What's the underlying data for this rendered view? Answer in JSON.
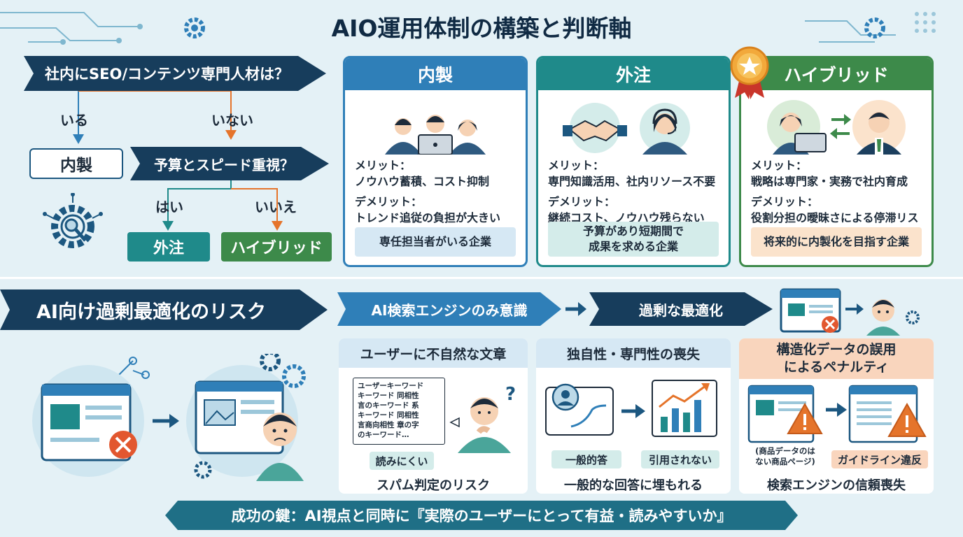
{
  "title": "AIO運用体制の構築と判断軸",
  "flow": {
    "q1": "社内にSEO/コンテンツ専門人材は？",
    "yes1": "いる",
    "no1": "いない",
    "result_inhouse": "内製",
    "q2": "予算とスピード重視？",
    "yes2": "はい",
    "no2": "いいえ",
    "result_outsource": "外注",
    "result_hybrid": "ハイブリッド"
  },
  "cards": [
    {
      "title": "内製",
      "merit_label": "メリット：",
      "merit": "ノウハウ蓄積、コスト抑制",
      "demerit_label": "デメリット：",
      "demerit": "トレンド追従の負担が大きい",
      "fit": "専任担当者がいる企業",
      "color": "#2f7fb8",
      "foot_bg": "#d6e8f4"
    },
    {
      "title": "外注",
      "merit_label": "メリット：",
      "merit": "専門知識活用、社内リソース不要",
      "demerit_label": "デメリット：",
      "demerit": "継続コスト、ノウハウ残らない",
      "fit": "予算があり短期間で\n成果を求める企業",
      "color": "#1f8a8a",
      "foot_bg": "#d4ecea"
    },
    {
      "title": "ハイブリッド",
      "merit_label": "メリット：",
      "merit": "戦略は専門家・実務で社内育成",
      "demerit_label": "デメリット：",
      "demerit": "役割分担の曖昧さによる停滞リスク",
      "fit": "将来的に内製化を目指す企業",
      "color": "#3d8a4a",
      "foot_bg": "#fbe3cc"
    }
  ],
  "risk": {
    "title": "AI向け過剰最適化のリスク",
    "step1": "AI検索エンジンのみ意識",
    "step2": "過剰な最適化",
    "panels": [
      {
        "title": "ユーザーに不自然な文章",
        "tag": "読みにくい",
        "caption": "スパム判定のリスク",
        "text_lines": [
          "ユーザーキーワード",
          "キーワード 同相性",
          "言のキーワード 系",
          "キーワード 同相性",
          "言商向相性 章の字",
          "のキーワード…"
        ]
      },
      {
        "title": "独自性・専門性の喪失",
        "tag1": "一般的答",
        "tag2": "引用されない",
        "caption": "一般的な回答に埋もれる"
      },
      {
        "title": "構造化データの誤用\nによるペナルティ",
        "tag1": "(商品データのは\nない商品ページ)",
        "tag2": "ガイドライン違反",
        "caption": "検索エンジンの信頼喪失"
      }
    ]
  },
  "banner": "成功の鍵：AI視点と同時に『実際のユーザーにとって有益・読みやすいか』",
  "colors": {
    "navy": "#173d5c",
    "blue": "#2f7fb8",
    "teal": "#1f8a8a",
    "green": "#3d8a4a",
    "orange": "#e5742b",
    "red": "#e2572f"
  }
}
